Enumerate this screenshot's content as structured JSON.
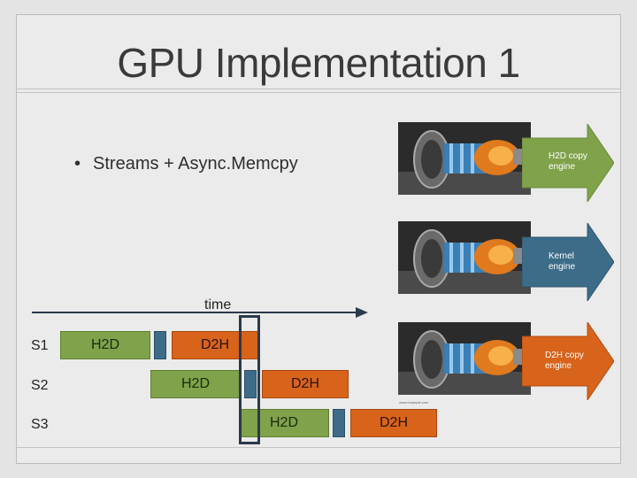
{
  "slide": {
    "title": "GPU Implementation 1",
    "bullet": "Streams + Async.Memcpy"
  },
  "engines": [
    {
      "label_line1": "H2D copy",
      "label_line2": "engine",
      "color": "#7fa24a"
    },
    {
      "label_line1": "Kernel",
      "label_line2": "engine",
      "color": "#3d6c89"
    },
    {
      "label_line1": "D2H copy",
      "label_line2": "engine",
      "color": "#d8631a"
    }
  ],
  "timeline": {
    "axis_label": "time",
    "streams": [
      {
        "name": "S1",
        "h2d": "H2D",
        "d2h": "D2H"
      },
      {
        "name": "S2",
        "h2d": "H2D",
        "d2h": "D2H"
      },
      {
        "name": "S3",
        "h2d": "H2D",
        "d2h": "D2H"
      }
    ]
  },
  "image_credit": "www.example.com"
}
